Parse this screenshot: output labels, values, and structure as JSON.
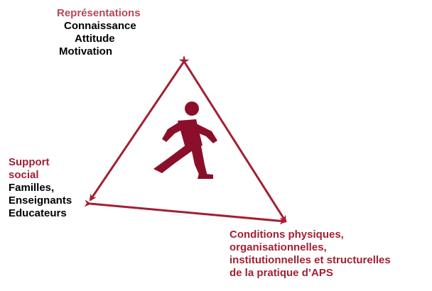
{
  "top_node": {
    "title": "Représentations",
    "lines": [
      "Connaissance",
      "Attitude",
      "Motivation"
    ]
  },
  "left_node": {
    "title_lines": [
      "Support",
      "social"
    ],
    "lines": [
      "Familles,",
      "Enseignants",
      "Educateurs"
    ]
  },
  "bottom_node": {
    "title_lines": [
      "Conditions physiques,",
      "organisationnelles,",
      "institutionnelles et structurelles",
      "de la pratique d’APS"
    ]
  },
  "colors": {
    "arrow": "#a31f33",
    "walker": "#8b0f2a",
    "title_light": "#b5475a",
    "title_dark": "#a31f33",
    "text": "#000000"
  },
  "icons": {
    "center": "walking-person-icon"
  }
}
